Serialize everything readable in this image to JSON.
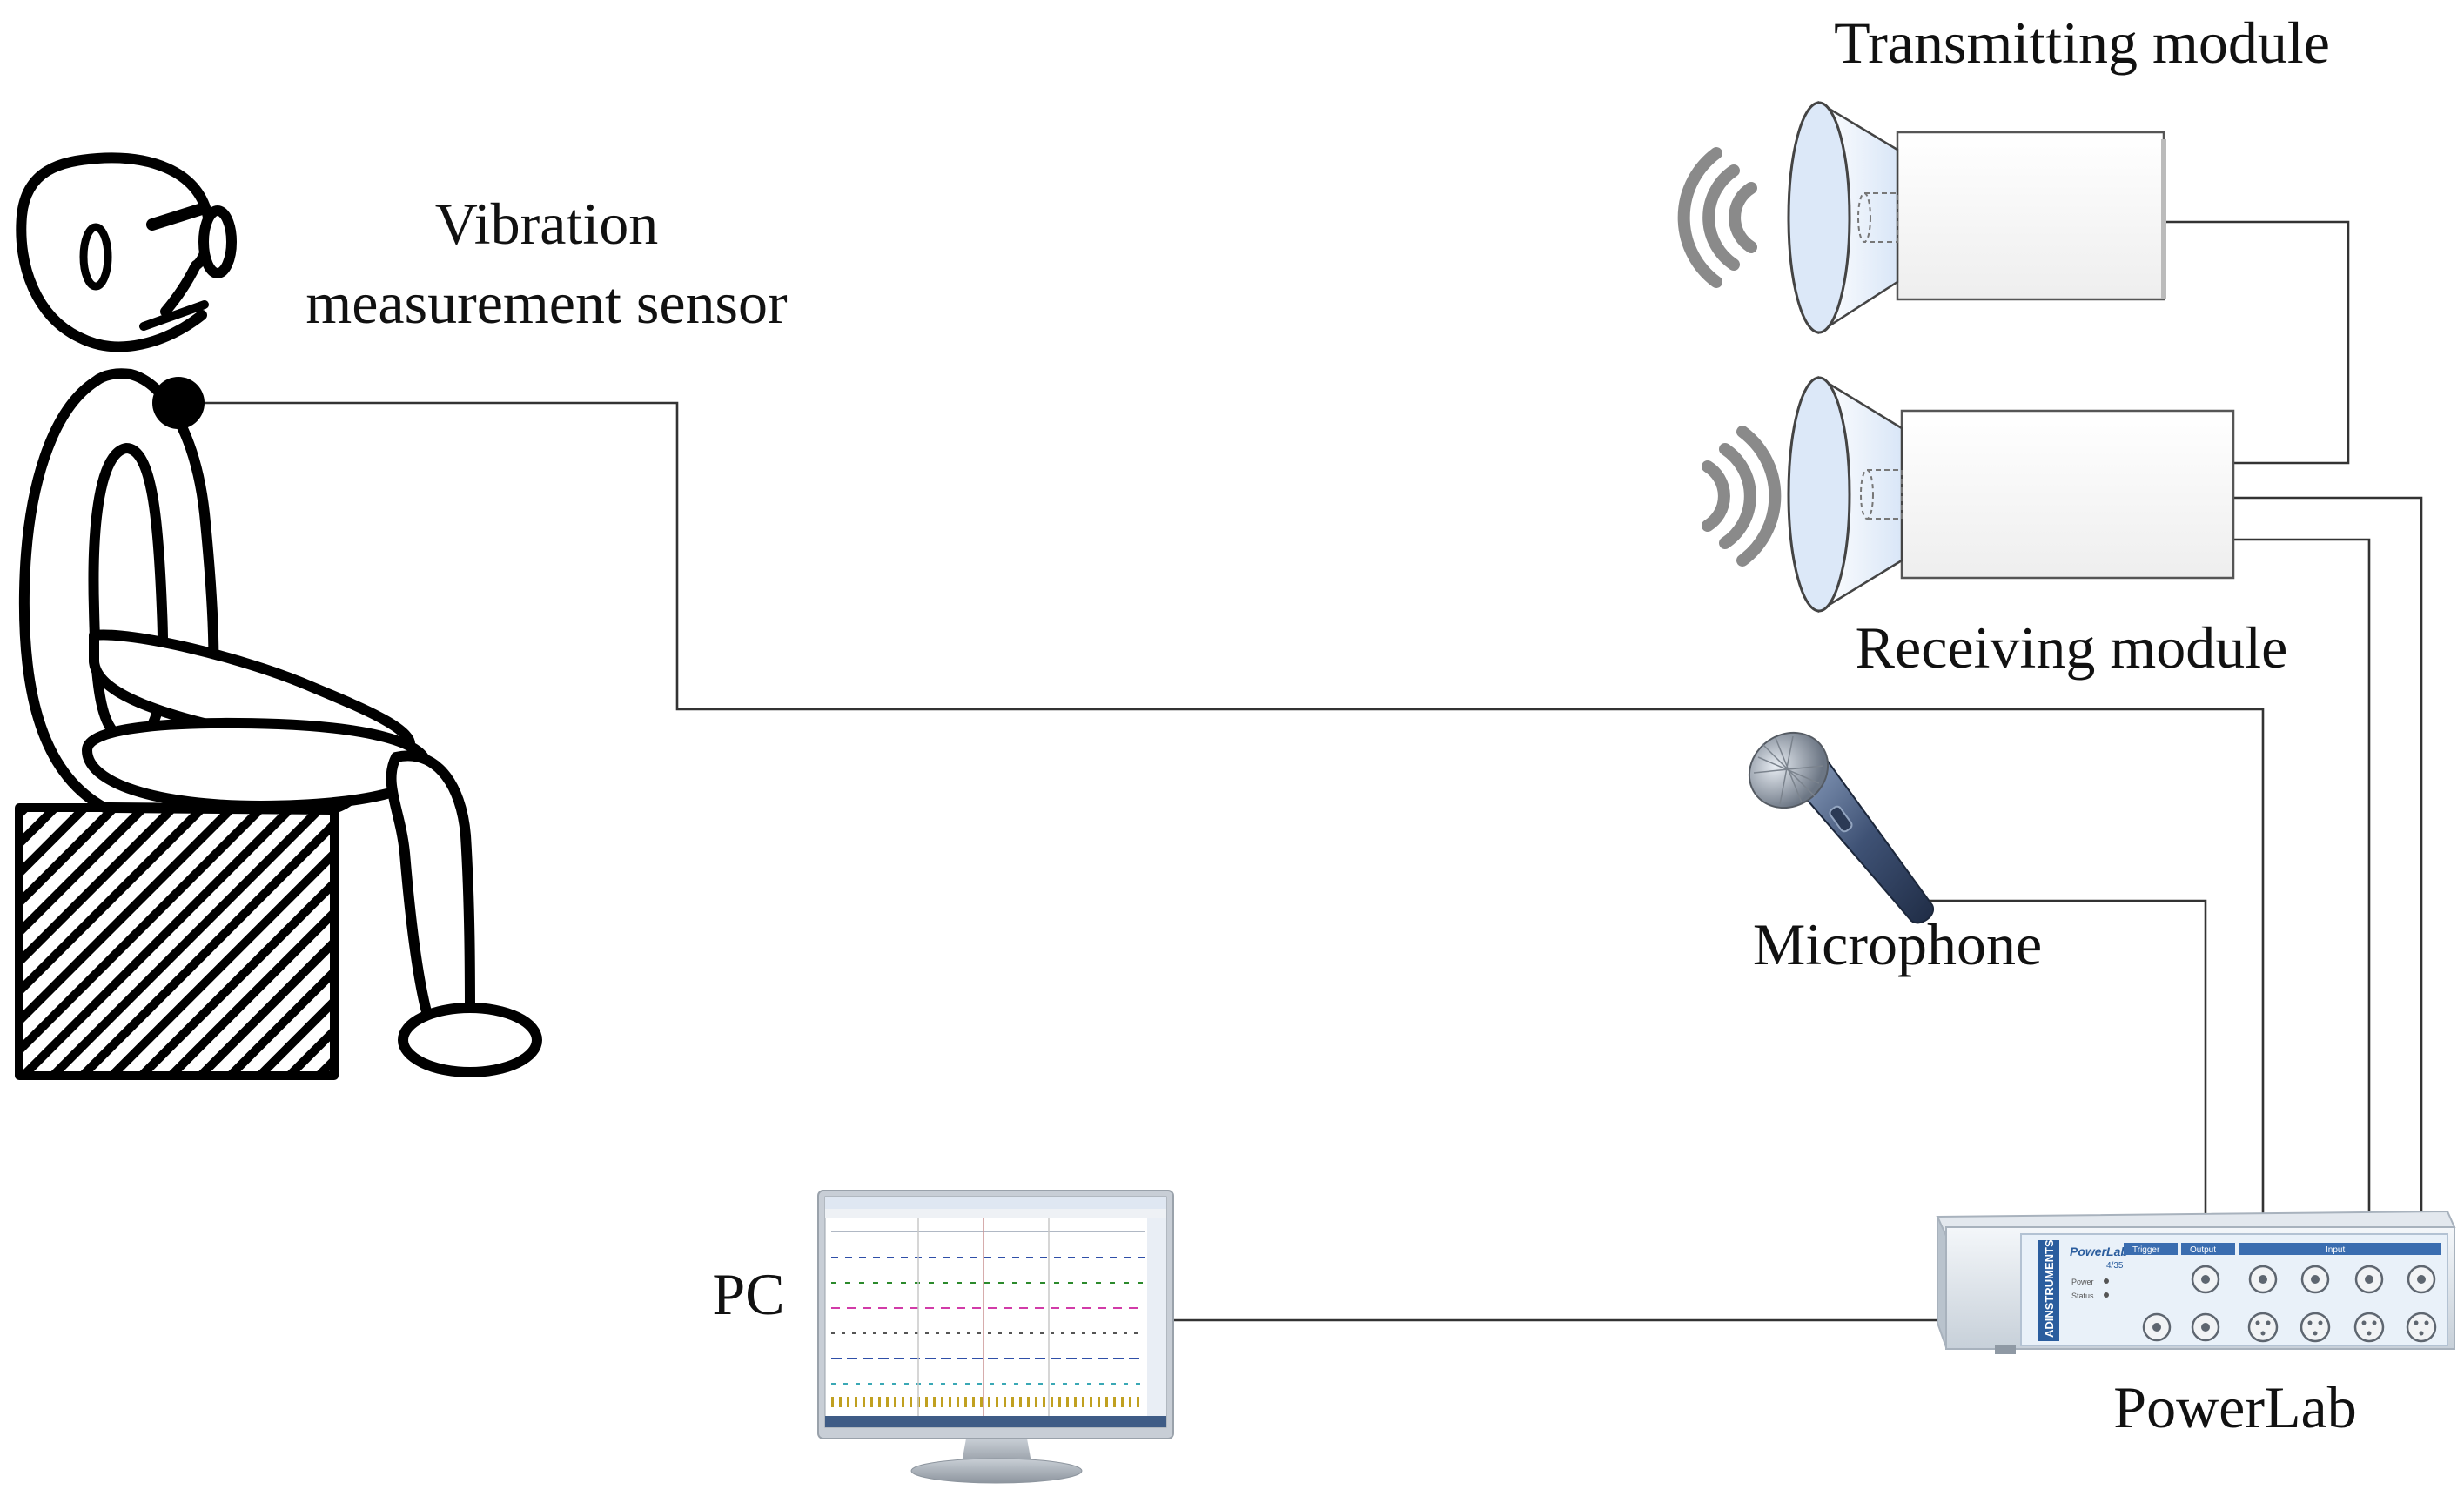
{
  "labels": {
    "vibration_sensor_line1": "Vibration",
    "vibration_sensor_line2": "measurement sensor",
    "transmitting_module": "Transmitting module",
    "receiving_module": "Receiving module",
    "microphone": "Microphone",
    "pc": "PC",
    "powerlab": "PowerLab"
  },
  "powerlab_panel": {
    "brand": "ADINSTRUMENTS",
    "model": "PowerLab",
    "model_sub": "4/35",
    "section_trigger": "Trigger",
    "section_output": "Output",
    "section_input": "Input",
    "led_power": "Power",
    "led_status": "Status"
  },
  "colors": {
    "wire": "#333333",
    "figure_outline": "#000000",
    "speaker_cone": "#e3ecf8",
    "module_box": "#f8f8f8",
    "wave_icon": "#888888",
    "powerlab_body": "#dde4ea",
    "powerlab_front": "#e9f1f9",
    "powerlab_brand": "#2a5d9e",
    "mic_body": "#5b6d87"
  },
  "icons": {
    "speaker": "horn-speaker-icon",
    "waves": "sound-waves-icon",
    "mic": "microphone-icon",
    "monitor": "monitor-icon"
  }
}
